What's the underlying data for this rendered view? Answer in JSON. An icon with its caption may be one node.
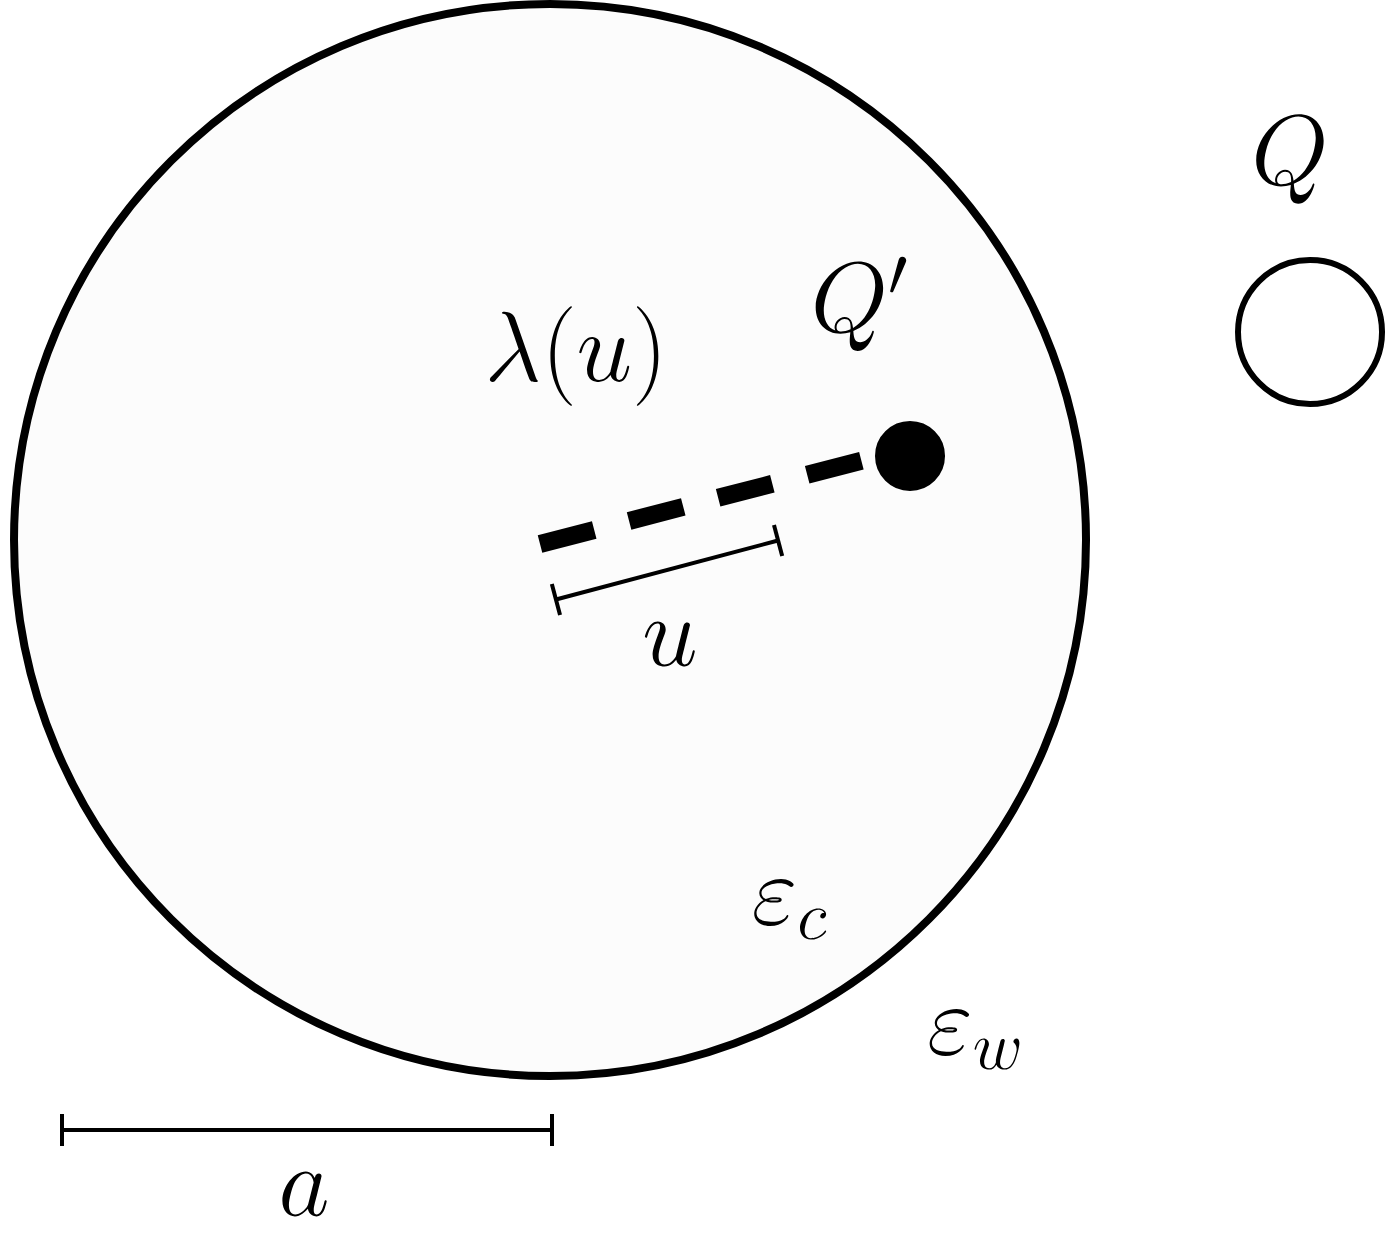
{
  "diagram": {
    "nodes": [
      {
        "text": [
          "\\varepsilon_c"
        ]
      },
      {
        "text": [],
        "shape": "circle",
        "beside": [
          "Q'"
        ],
        "in": 0
      },
      {
        "text": [],
        "shape": "circle",
        "beside": [
          "Q"
        ]
      }
    ],
    "labels": [
      "\\lambda(u)",
      "u",
      "\\varepsilon_w",
      "a"
    ]
  }
}
